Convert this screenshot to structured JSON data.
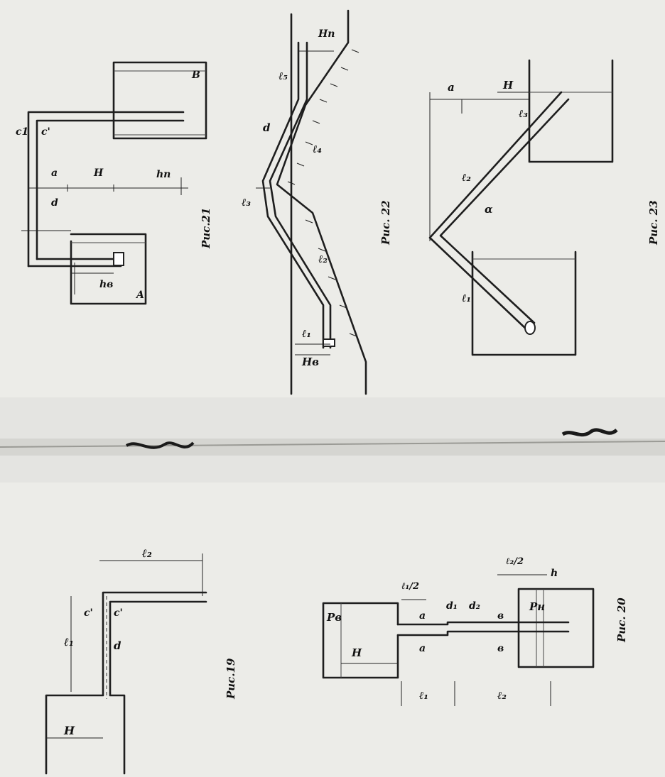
{
  "figures": {
    "fig19": {
      "caption": "Рис.19",
      "labels": {
        "H": "H",
        "l1": "ℓ₁",
        "l2": "ℓ₂",
        "d": "d",
        "c1": "c'",
        "c2": "c'"
      }
    },
    "fig20": {
      "caption": "Рис. 20",
      "labels": {
        "pv": "Pв",
        "pn": "Pн",
        "H": "H",
        "l1": "ℓ₁",
        "l2": "ℓ₂",
        "l1half": "ℓ₁/2",
        "l2half": "ℓ₂/2",
        "d1": "d₁",
        "d2": "d₂",
        "a_top": "a",
        "a_bot": "a",
        "b_top": "в",
        "b_bot": "в",
        "h": "h"
      }
    },
    "fig21": {
      "caption": "Рис.21",
      "labels": {
        "c1a": "c1",
        "c1b": "c'",
        "a": "a",
        "d": "d",
        "H": "H",
        "hn": "hп",
        "hv": "hв",
        "A": "A",
        "B": "B"
      }
    },
    "fig22": {
      "caption": "Рис. 22",
      "labels": {
        "Hn": "Hп",
        "Hv": "Hв",
        "l1": "ℓ₁",
        "l2": "ℓ₂",
        "l3": "ℓ₃",
        "l4": "ℓ₄",
        "l5": "ℓ₅",
        "d": "d"
      }
    },
    "fig23": {
      "caption": "Рис. 23",
      "labels": {
        "a": "a",
        "H": "H",
        "l1": "ℓ₁",
        "l2": "ℓ₂",
        "l3": "ℓ₃",
        "alpha": "α"
      }
    }
  }
}
